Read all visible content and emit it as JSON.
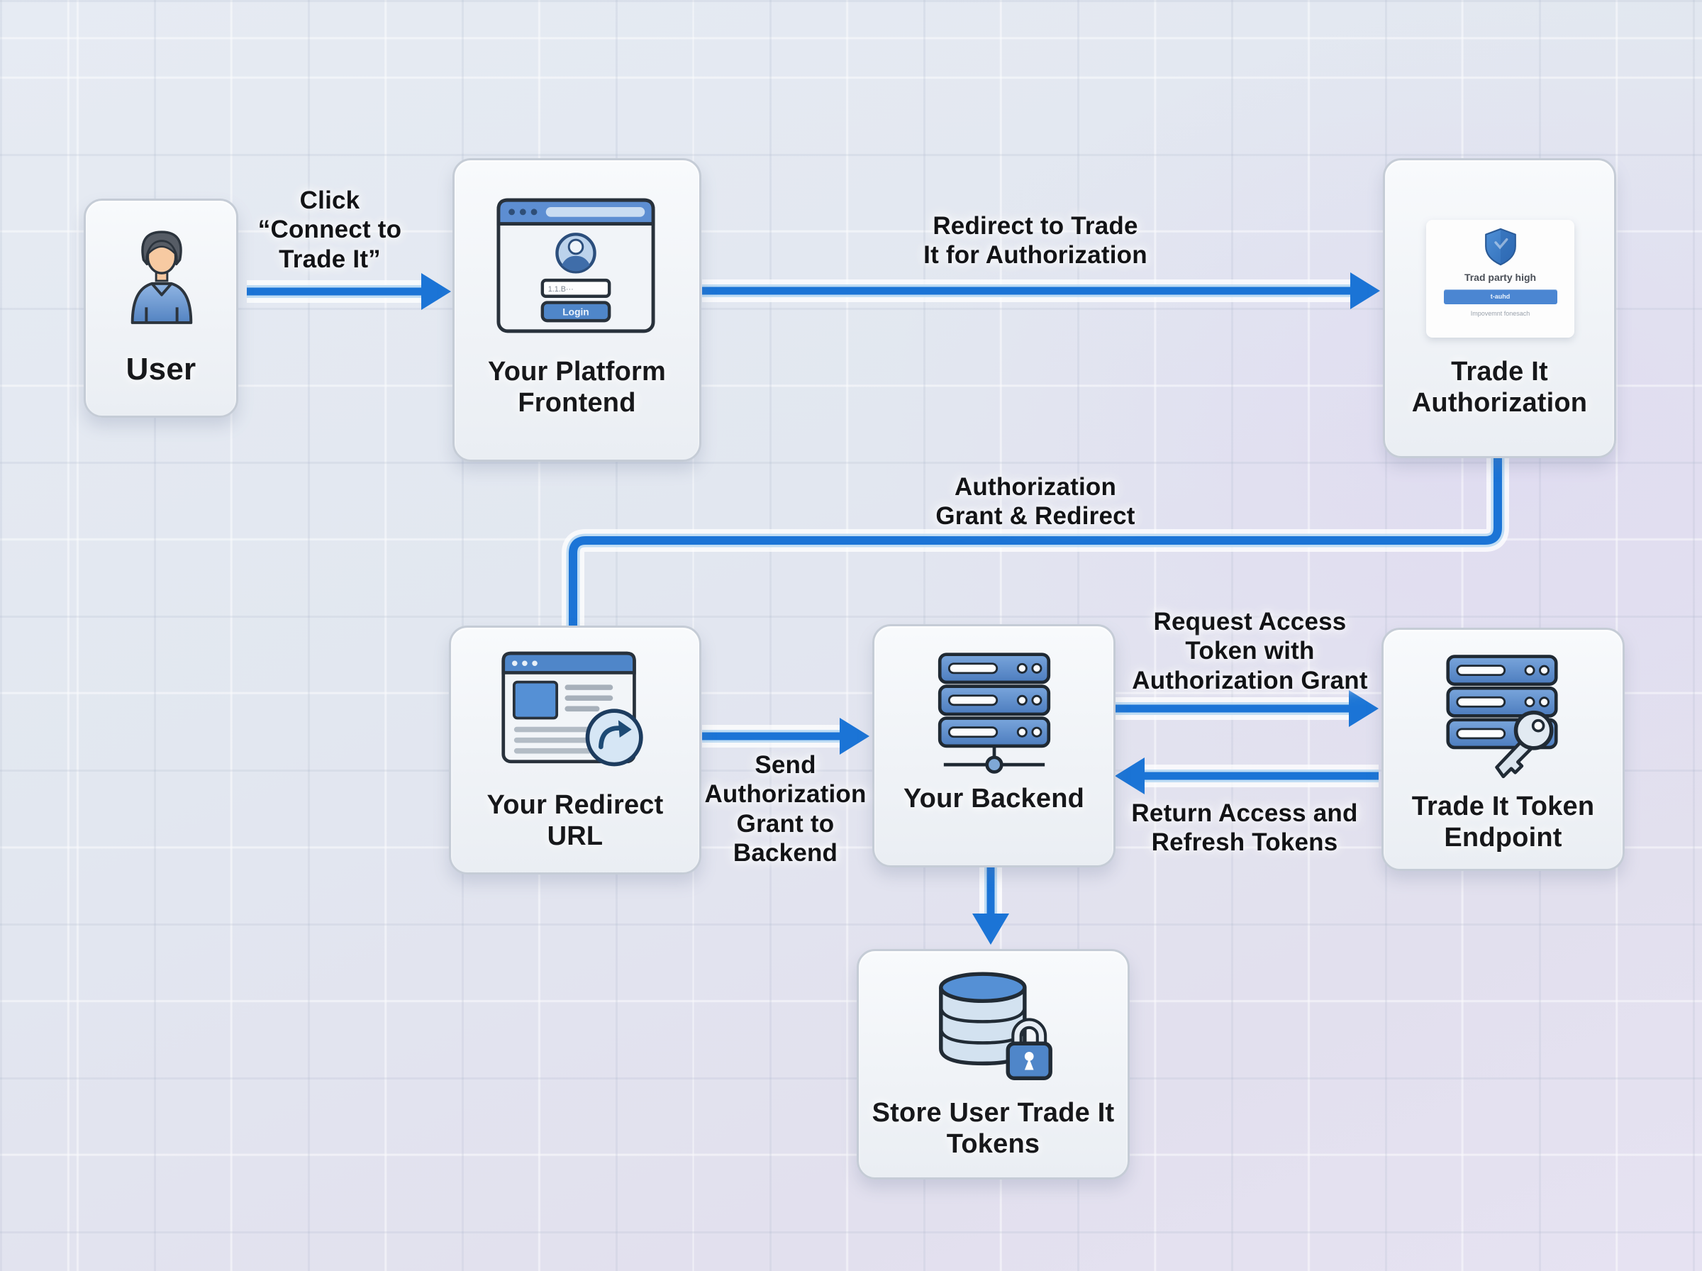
{
  "diagram": {
    "title": "Trade It OAuth authorization flow",
    "colors": {
      "accent": "#1b74d6",
      "node_border": "#c5ccd6",
      "background": "#e2e7f0",
      "grid_line": "#a3aec4"
    },
    "icons": {
      "user": "person-icon",
      "frontend": "browser-login-icon",
      "tradeit_auth": "shield-login-card-icon",
      "redirect_url": "browser-redirect-icon",
      "backend": "server-stack-icon",
      "token_endpoint": "server-key-icon",
      "store_tokens": "database-lock-icon"
    },
    "nodes": {
      "user": {
        "label": "User"
      },
      "frontend": {
        "label": "Your Platform Frontend",
        "login_input_text": "1.1.B···",
        "login_button": "Login"
      },
      "tradeit_auth": {
        "label": "Trade It Authorization",
        "card_title": "Trad party high",
        "card_button": "t-auhd",
        "card_footnote": "Impovemnt fonesach"
      },
      "redirect_url": {
        "label": "Your Redirect URL"
      },
      "backend": {
        "label": "Your Backend"
      },
      "token_endpoint": {
        "label": "Trade It Token Endpoint"
      },
      "store_tokens": {
        "label": "Store User Trade It Tokens"
      }
    },
    "edges": {
      "click_connect": {
        "lines": [
          "Click",
          "“Connect to",
          "Trade It”"
        ]
      },
      "redirect_auth": {
        "lines": [
          "Redirect to Trade",
          "It for Authorization"
        ]
      },
      "auth_grant": {
        "lines": [
          "Authorization",
          "Grant & Redirect"
        ]
      },
      "send_grant": {
        "lines": [
          "Send",
          "Authorization",
          "Grant to",
          "Backend"
        ]
      },
      "request_token": {
        "lines": [
          "Request Access",
          "Token with",
          "Authorization Grant"
        ]
      },
      "return_tokens": {
        "lines": [
          "Return Access and",
          "Refresh Tokens"
        ]
      }
    }
  }
}
